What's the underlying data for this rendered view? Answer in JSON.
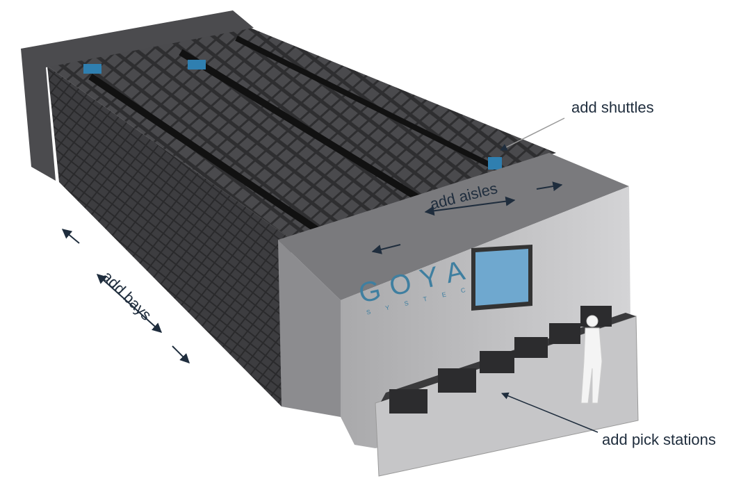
{
  "annotations": {
    "shuttles": "add shuttles",
    "aisles": "add aisles",
    "bays": "add bays",
    "pick_stations": "add pick stations"
  },
  "logo": {
    "name": "GOYA",
    "tagline": "SYSTEC"
  },
  "colors": {
    "annotation": "#1f2d3d",
    "logo": "#3f7fa0",
    "rack": "#3a3a3c",
    "panel": "#bdbdbf"
  }
}
